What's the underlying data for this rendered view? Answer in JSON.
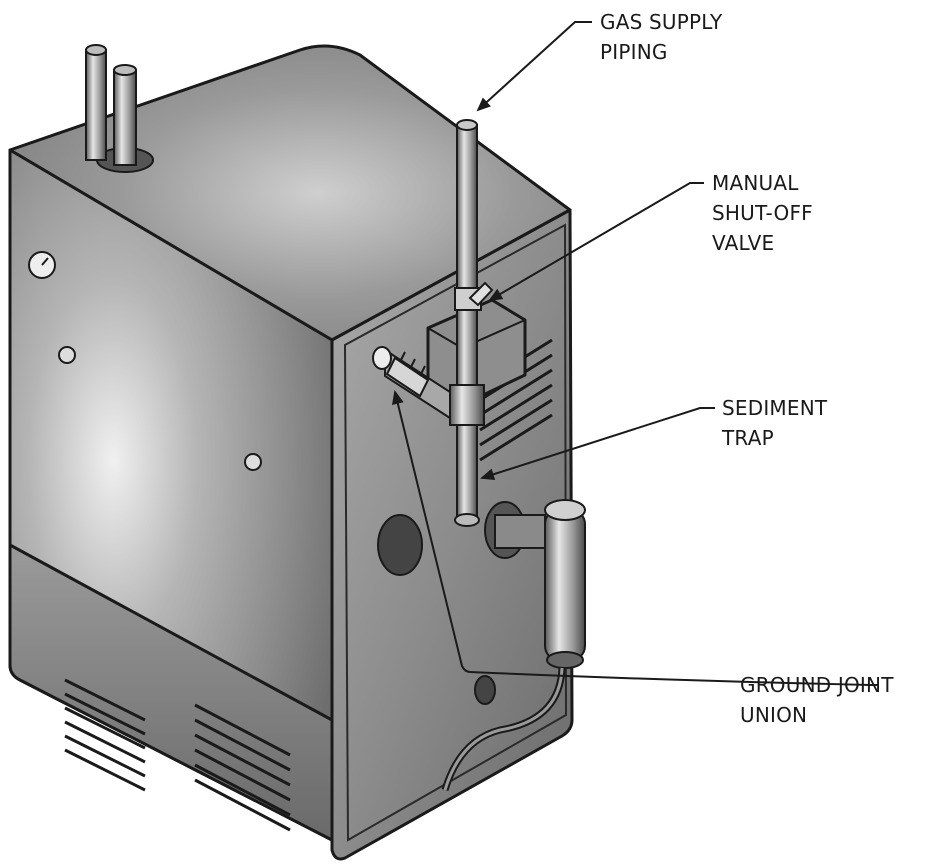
{
  "callouts": {
    "gas_supply": {
      "lines": [
        "GAS SUPPLY",
        "PIPING"
      ]
    },
    "shutoff_valve": {
      "lines": [
        "MANUAL",
        "SHUT-OFF",
        "VALVE"
      ]
    },
    "sediment_trap": {
      "lines": [
        "SEDIMENT",
        "TRAP"
      ]
    },
    "ground_joint": {
      "lines": [
        "GROUND JOINT",
        "UNION"
      ]
    }
  }
}
